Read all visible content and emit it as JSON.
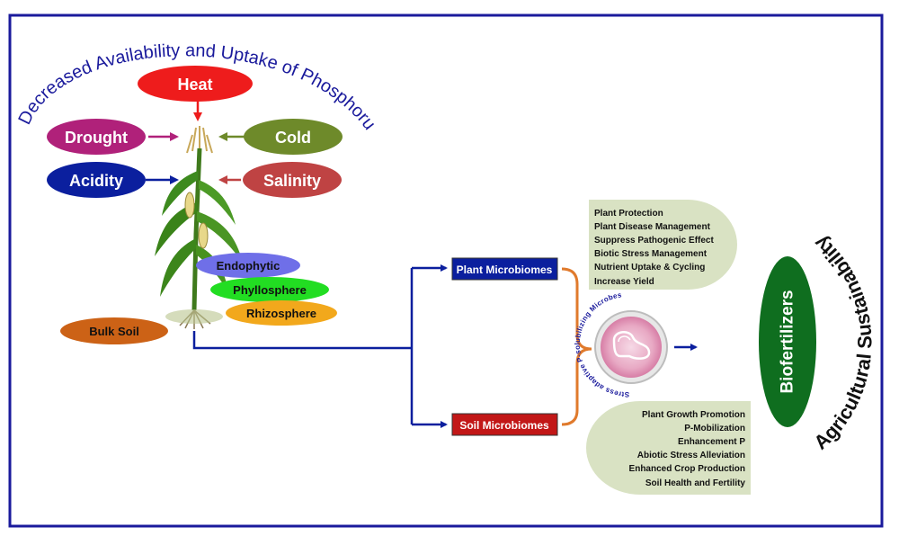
{
  "header": {
    "title": "Decreased Availability and Uptake of Phosphorus"
  },
  "stressors": {
    "heat": "Heat",
    "drought": "Drought",
    "cold": "Cold",
    "acidity": "Acidity",
    "salinity": "Salinity"
  },
  "zones": {
    "endophytic": "Endophytic",
    "phyllosphere": "Phyllosphere",
    "rhizosphere": "Rhizosphere",
    "bulk_soil": "Bulk Soil"
  },
  "microbiomes": {
    "plant": "Plant Microbiomes",
    "soil": "Soil Microbiomes"
  },
  "plant_benefits": [
    "Plant Protection",
    "Plant Disease  Management",
    "Suppress Pathogenic Effect",
    "Biotic Stress Management",
    "Nutrient Uptake & Cycling",
    "Increase Yield"
  ],
  "soil_benefits": [
    "Plant Growth Promotion",
    "P-Mobilization",
    "Enhancement P",
    "Abiotic Stress Alleviation",
    "Enhanced Crop Production",
    "Soil  Health and Fertility"
  ],
  "petri_label": "Stress adaptive  P-solubilizing  Microbes",
  "biofertilizers": "Biofertilizers",
  "sustainability": "Agricultural Sustainability",
  "colors": {
    "frame": "#1a1a9c",
    "heat": "#ee1c1c",
    "drought": "#b0217a",
    "cold": "#6e8a2a",
    "acidity": "#0b1f9e",
    "salinity": "#bf4343",
    "endophytic": "#6f6fe8",
    "phyllosphere": "#22dd22",
    "rhizosphere": "#f2a81c",
    "bulk_soil": "#cc6216",
    "plant_box": "#0b1f9e",
    "soil_box": "#c21717",
    "benefit_bg": "#d9e2c3",
    "bracket": "#e07a2c",
    "biofert": "#0f6e1f"
  }
}
